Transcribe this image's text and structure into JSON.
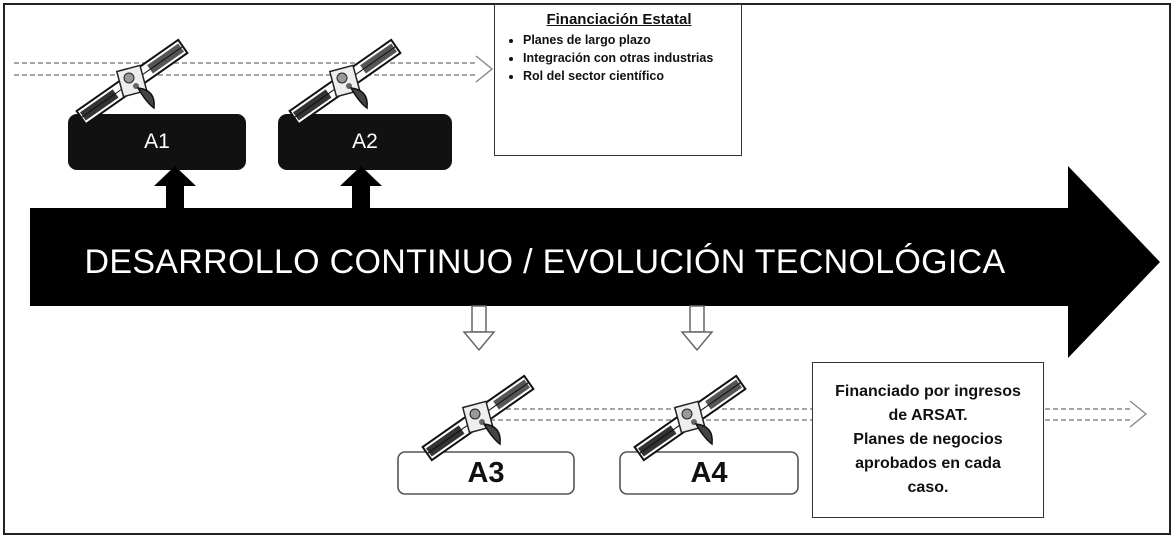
{
  "boxes_top": [
    {
      "label": "A1"
    },
    {
      "label": "A2"
    }
  ],
  "boxes_bottom": [
    {
      "label": "A3"
    },
    {
      "label": "A4"
    }
  ],
  "main_arrow": {
    "label": "DESARROLLO CONTINUO / EVOLUCIÓN TECNOLÓGICA"
  },
  "state_funding": {
    "title": "Financiación Estatal",
    "items": [
      "Planes de largo plazo",
      "Integración con otras industrias",
      "Rol del sector científico"
    ]
  },
  "revenue_funding": {
    "lines": [
      "Financiado por ingresos",
      "de ARSAT.",
      "Planes de negocios",
      "aprobados en cada",
      "caso."
    ]
  },
  "icons": {
    "satellite": "satellite-icon",
    "up_arrow": "up-arrow-icon",
    "down_arrow": "down-arrow-icon",
    "track_arrow": "dashed-track-arrow-icon"
  },
  "colors": {
    "arrow_fill": "#000000",
    "box_fill": "#111111",
    "text_light": "#ffffff",
    "outline": "#333333"
  }
}
